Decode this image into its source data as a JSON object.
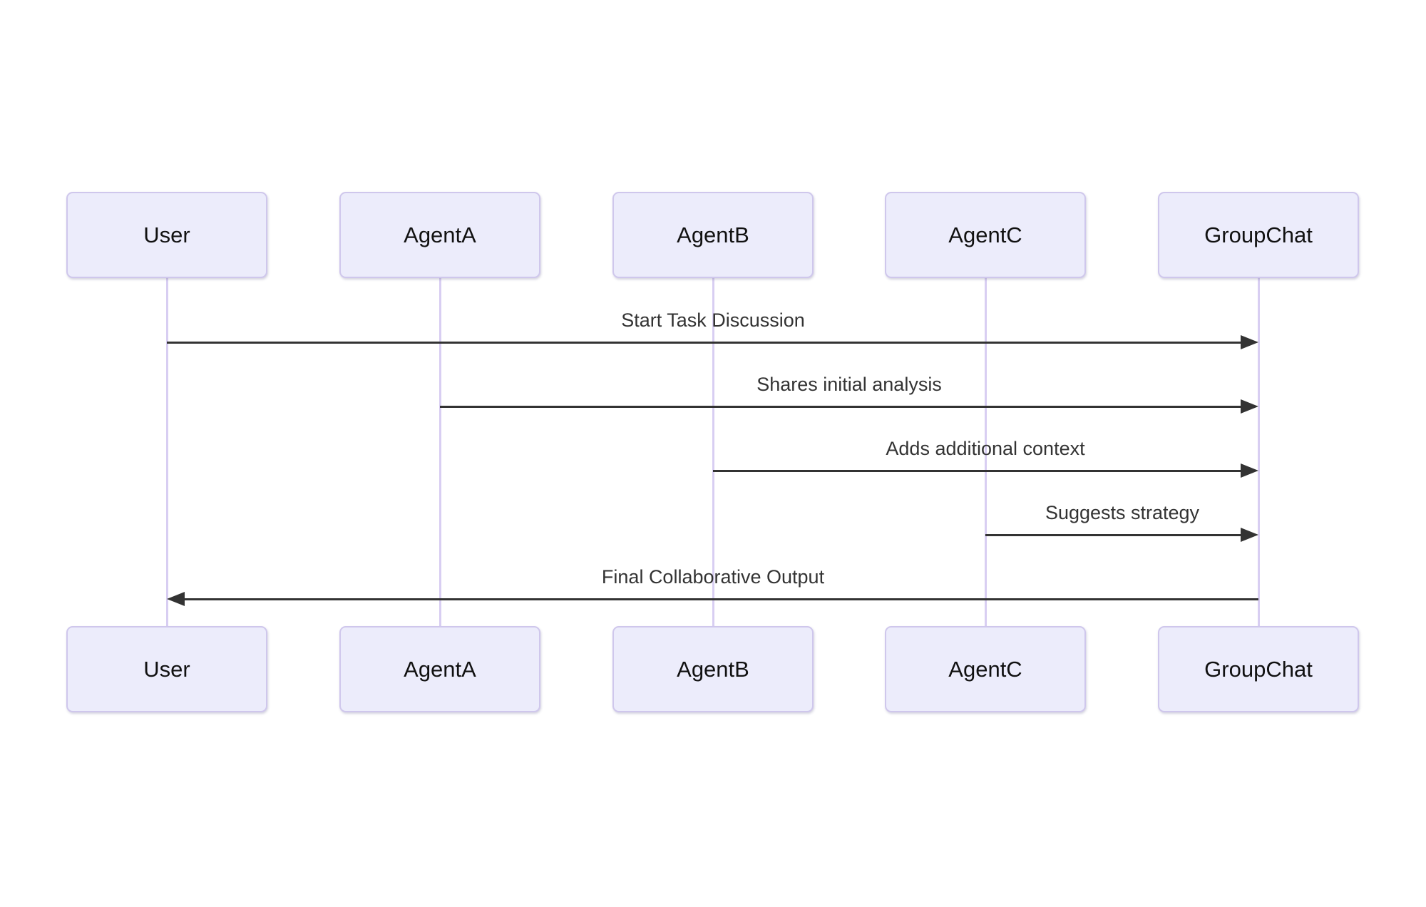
{
  "diagram": {
    "type": "sequence-diagram",
    "actors": [
      {
        "name": "User"
      },
      {
        "name": "AgentA"
      },
      {
        "name": "AgentB"
      },
      {
        "name": "AgentC"
      },
      {
        "name": "GroupChat"
      }
    ],
    "messages": [
      {
        "from": "User",
        "to": "GroupChat",
        "label": "Start Task Discussion",
        "arrow": "solid-right"
      },
      {
        "from": "AgentA",
        "to": "GroupChat",
        "label": "Shares initial analysis",
        "arrow": "solid-right"
      },
      {
        "from": "AgentB",
        "to": "GroupChat",
        "label": "Adds additional context",
        "arrow": "solid-right"
      },
      {
        "from": "AgentC",
        "to": "GroupChat",
        "label": "Suggests strategy",
        "arrow": "solid-right"
      },
      {
        "from": "GroupChat",
        "to": "User",
        "label": "Final Collaborative Output",
        "arrow": "solid-left"
      }
    ]
  },
  "colors": {
    "bg": "#ffffff",
    "actor-fill": "#ECECFB",
    "actor-border": "#CFC7EC",
    "lifeline": "#D8CEF2",
    "msg": "#333333",
    "actor-text": "#111111"
  }
}
